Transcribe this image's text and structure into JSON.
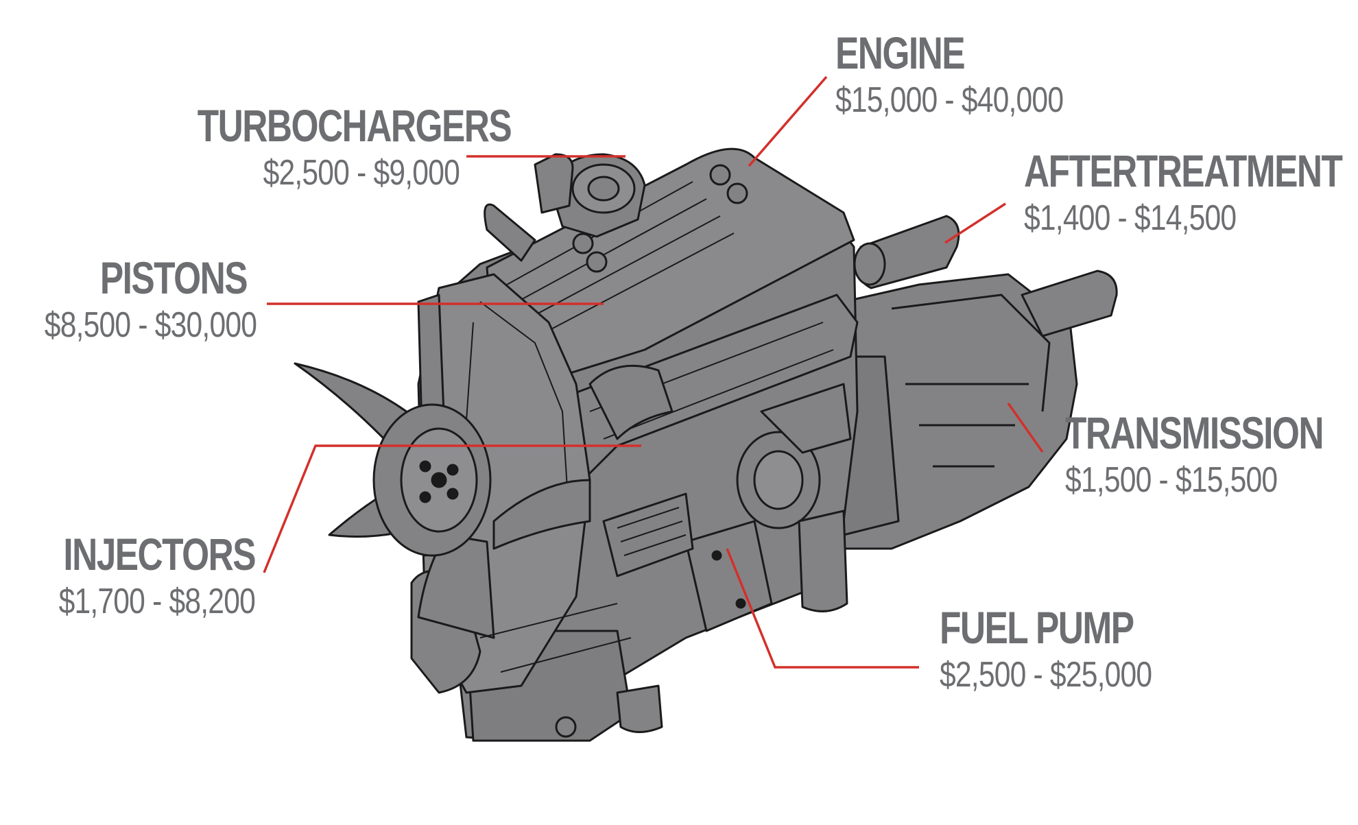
{
  "colors": {
    "engine_fill": "#838385",
    "engine_stroke": "#1a1a1a",
    "leader_line": "#d3302b",
    "label_text": "#6d6e71"
  },
  "components": [
    {
      "id": "turbochargers",
      "name": "TURBOCHARGERS",
      "price": "$2,500 - $9,000"
    },
    {
      "id": "engine",
      "name": "ENGINE",
      "price": "$15,000 - $40,000"
    },
    {
      "id": "aftertreatment",
      "name": "AFTERTREATMENT",
      "price": "$1,400 - $14,500"
    },
    {
      "id": "pistons",
      "name": "PISTONS",
      "price": "$8,500 - $30,000"
    },
    {
      "id": "transmission",
      "name": "TRANSMISSION",
      "price": "$1,500 - $15,500"
    },
    {
      "id": "injectors",
      "name": "INJECTORS",
      "price": "$1,700 - $8,200"
    },
    {
      "id": "fuel_pump",
      "name": "FUEL PUMP",
      "price": "$2,500 - $25,000"
    }
  ]
}
